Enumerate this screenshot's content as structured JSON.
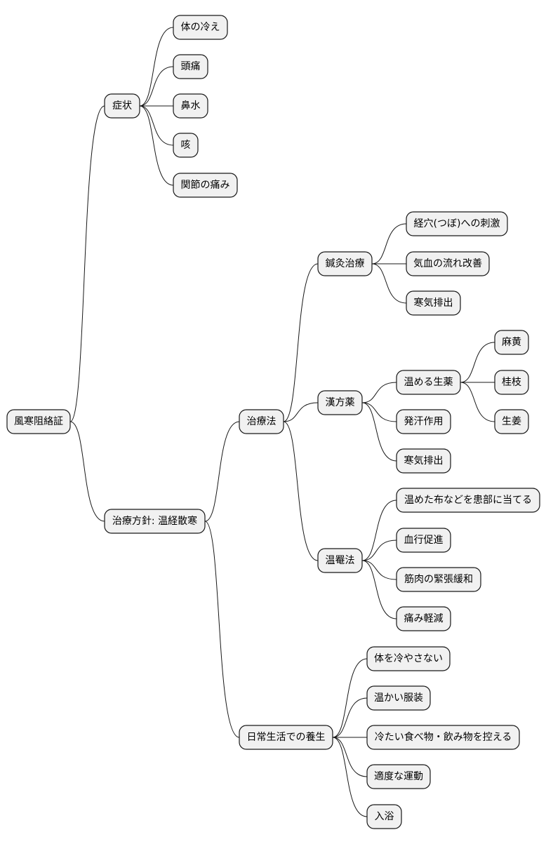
{
  "mindmap": {
    "root": {
      "label": "風寒阻絡証",
      "children": [
        {
          "label": "症状",
          "children": [
            {
              "label": "体の冷え"
            },
            {
              "label": "頭痛"
            },
            {
              "label": "鼻水"
            },
            {
              "label": "咳"
            },
            {
              "label": "関節の痛み"
            }
          ]
        },
        {
          "label": "治療方針: 温経散寒",
          "children": [
            {
              "label": "治療法",
              "children": [
                {
                  "label": "鍼灸治療",
                  "children": [
                    {
                      "label": "経穴(つぼ)への刺激"
                    },
                    {
                      "label": "気血の流れ改善"
                    },
                    {
                      "label": "寒気排出"
                    }
                  ]
                },
                {
                  "label": "漢方薬",
                  "children": [
                    {
                      "label": "温める生薬",
                      "children": [
                        {
                          "label": "麻黄"
                        },
                        {
                          "label": "桂枝"
                        },
                        {
                          "label": "生姜"
                        }
                      ]
                    },
                    {
                      "label": "発汗作用"
                    },
                    {
                      "label": "寒気排出"
                    }
                  ]
                },
                {
                  "label": "温罨法",
                  "children": [
                    {
                      "label": "温めた布などを患部に当てる"
                    },
                    {
                      "label": "血行促進"
                    },
                    {
                      "label": "筋肉の緊張緩和"
                    },
                    {
                      "label": "痛み軽減"
                    }
                  ]
                }
              ]
            },
            {
              "label": "日常生活での養生",
              "children": [
                {
                  "label": "体を冷やさない"
                },
                {
                  "label": "温かい服装"
                },
                {
                  "label": "冷たい食べ物・飲み物を控える"
                },
                {
                  "label": "適度な運動"
                },
                {
                  "label": "入浴"
                }
              ]
            }
          ]
        }
      ]
    }
  }
}
